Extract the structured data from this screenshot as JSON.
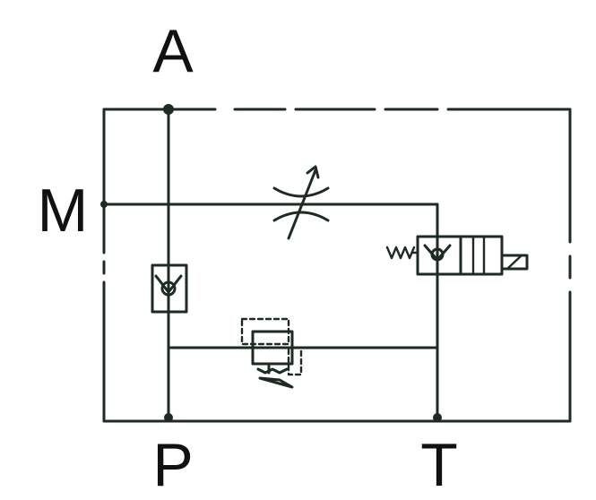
{
  "ports": {
    "a": "A",
    "m": "M",
    "p": "P",
    "t": "T"
  },
  "colors": {
    "line": "#1d2b22",
    "text": "#111111",
    "background": "#ffffff"
  }
}
